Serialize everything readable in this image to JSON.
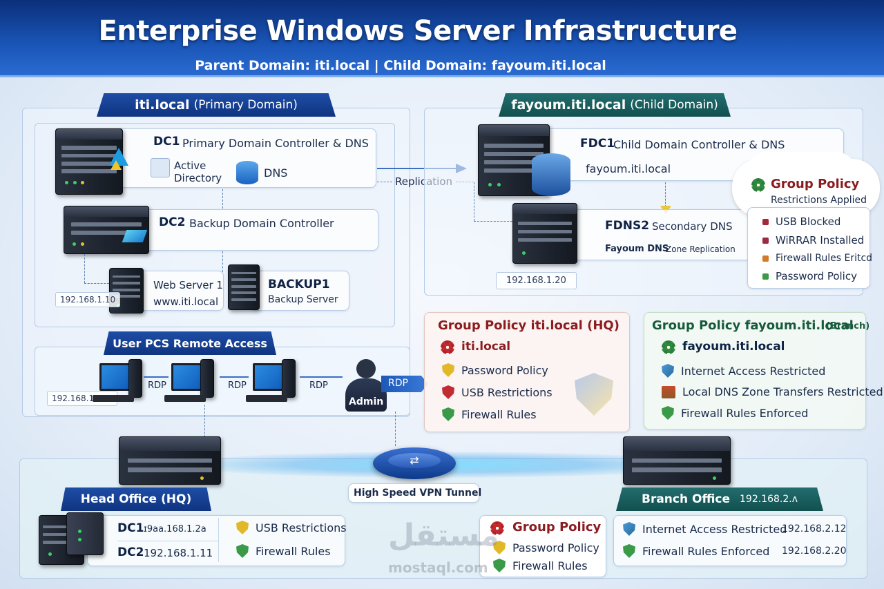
{
  "header": {
    "title": "Enterprise Windows Server Infrastructure",
    "subtitle": "Parent Domain: iti.local | Child Domain: fayoum.iti.local"
  },
  "primary_domain": {
    "banner_name": "iti.local",
    "banner_type": "(Primary Domain)",
    "dc1": {
      "name": "DC1",
      "desc": "Primary Domain Controller & DNS",
      "ad_label_1": "Active",
      "ad_label_2": "Directory",
      "dns_label": "DNS"
    },
    "dc2": {
      "name": "DC2",
      "desc": "Backup Domain Controller"
    },
    "web": {
      "name": "Web Server 1",
      "url": "www.iti.local",
      "ip": "192.168.1.10"
    },
    "backup": {
      "name": "BACKUP1",
      "desc": "Backup Server"
    }
  },
  "replication_label": "Replication",
  "child_domain": {
    "banner_name": "fayoum.iti.local",
    "banner_type": "(Child Domain)",
    "fdc1": {
      "name": "FDC1",
      "desc": "Child Domain Controller & DNS",
      "domain": "fayoum.iti.local"
    },
    "fdns2": {
      "name": "FDNS2",
      "desc": "Secondary DNS",
      "zone_bold": "Fayoum DNS",
      "zone_rest": "Zone Replication",
      "ip": "192.168.1.20"
    }
  },
  "gp_cloud": {
    "title": "Group Policy",
    "subtitle": "Restrictions Applied",
    "items": [
      {
        "label": "USB Blocked",
        "color": "#a5283a"
      },
      {
        "label": "WiRRAR Installed",
        "color": "#9a2b44"
      },
      {
        "label": "Firewall Rules Eritcd",
        "color": "#d07a2a"
      },
      {
        "label": "Password Policy",
        "color": "#3a9a48"
      }
    ]
  },
  "user_pcs": {
    "banner": "User PCS Remote Access",
    "ip": "192.168.1.2.2.",
    "rdp_labels": [
      "RDP",
      "RDP",
      "RDP"
    ],
    "admin_label": "Admin",
    "admin_rdp": "RDP"
  },
  "gp_hq": {
    "title": "Group Policy iti.local (HQ)",
    "domain": "iti.local",
    "items": [
      "Password Policy",
      "USB Restrictions",
      "Firewall Rules"
    ]
  },
  "gp_branch": {
    "title_main": "Group Policy fayoum.iti.local",
    "title_small": "(Branch)",
    "domain": "fayoum.iti.local",
    "items": [
      "Internet Access Restricted",
      "Local DNS Zone Transfers Restricted",
      "Firewall Rules Enforced"
    ]
  },
  "vpn_label": "High Speed VPN Tunnel",
  "hq": {
    "banner": "Head Office (HQ)",
    "dc1_name": "DC1",
    "dc1_ip": "ɪ9aa.168.1.2a",
    "dc2_name": "DC2",
    "dc2_ip": "192.168.1.11",
    "items": [
      "USB Restrictions",
      "Firewall Rules"
    ]
  },
  "branch": {
    "banner": "Branch Office",
    "banner_ip": "192.168.2.ʌ",
    "gp_title": "Group Policy",
    "gp_items": [
      "Password Policy",
      "Firewall Rules"
    ],
    "rows": [
      {
        "label": "Internet Access Restricted",
        "ip": "192.168.2.12"
      },
      {
        "label": "Firewall Rules Enforced",
        "ip": "192.168.2.20"
      }
    ]
  },
  "watermark": {
    "arabic": "مستقل",
    "latin": "mostaql.com"
  }
}
